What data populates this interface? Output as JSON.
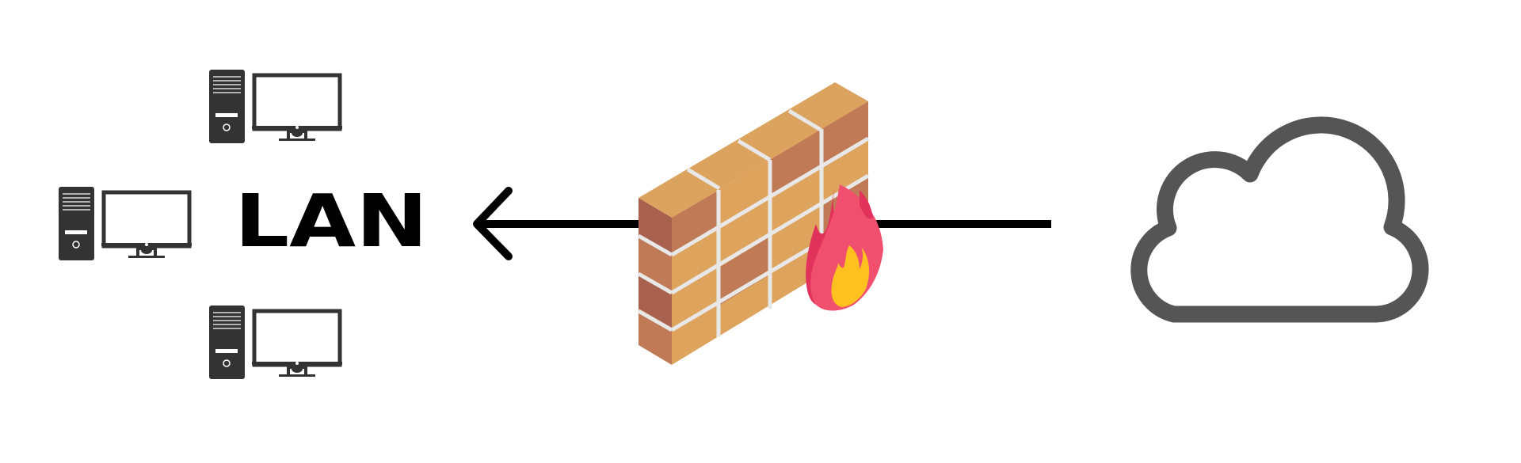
{
  "diagram": {
    "lan_label": "LAN",
    "nodes": [
      {
        "kind": "desktop-computer",
        "icon": "computer-icon"
      },
      {
        "kind": "desktop-computer",
        "icon": "computer-icon"
      },
      {
        "kind": "desktop-computer",
        "icon": "computer-icon"
      },
      {
        "kind": "firewall",
        "icon": "firewall-icon"
      },
      {
        "kind": "internet-cloud",
        "icon": "cloud-icon"
      }
    ],
    "connection": {
      "from": "internet-cloud",
      "to": "LAN",
      "direction": "left",
      "icon": "arrow-left-icon"
    },
    "colors": {
      "computer": "#333333",
      "line": "#000000",
      "cloud_outline": "#555555",
      "brick_top": "#dca35e",
      "brick_front": "#c07a55",
      "brick_front_dark": "#a8614f",
      "brick_side": "#dea35c",
      "mortar": "#e8e8e8",
      "flame_outer": "#f0506e",
      "flame_dark": "#e0325a",
      "flame_inner": "#ffc11f"
    }
  }
}
